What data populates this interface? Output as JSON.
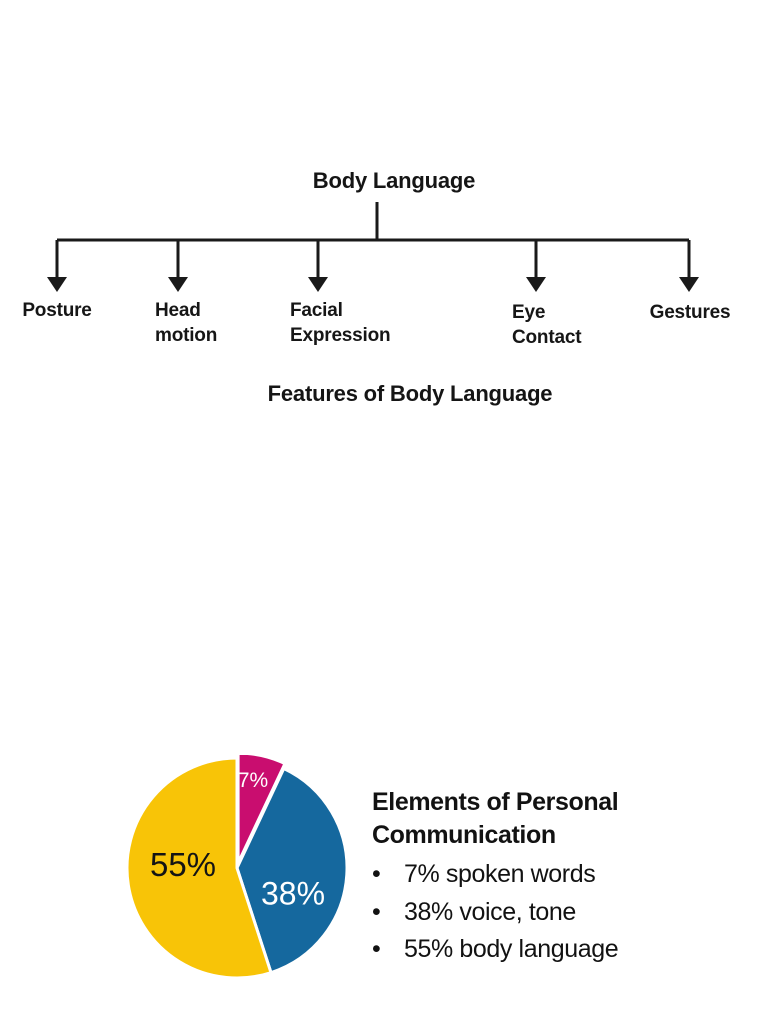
{
  "diagram": {
    "title": "Body Language",
    "caption": "Features of Body Language",
    "nodes": [
      {
        "label": "Posture"
      },
      {
        "label": "Head motion"
      },
      {
        "label": "Facial Expression"
      },
      {
        "label": "Eye Contact"
      },
      {
        "label": "Gestures"
      }
    ]
  },
  "chart_data": {
    "type": "pie",
    "title": "Elements of Personal Communication",
    "slices": [
      {
        "label": "7%",
        "value": 7,
        "color": "#c90d6f",
        "text_color": "#ffffff",
        "name": "spoken words",
        "exploded": true
      },
      {
        "label": "38%",
        "value": 38,
        "color": "#15689e",
        "text_color": "#ffffff",
        "name": "voice, tone",
        "exploded": false
      },
      {
        "label": "55%",
        "value": 55,
        "color": "#f8c407",
        "text_color": "#141414",
        "name": "body language",
        "exploded": false
      }
    ],
    "start_angle_deg": -90,
    "direction": "clockwise",
    "separator_color": "#ffffff",
    "legend_position": "right"
  },
  "panel": {
    "title": "Elements of Personal Communication",
    "bullet_char": "•",
    "bullets": [
      "7% spoken words",
      "38% voice, tone",
      "55% body language"
    ]
  },
  "colors": {
    "line": "#1a1a1a",
    "background": "#ffffff"
  }
}
